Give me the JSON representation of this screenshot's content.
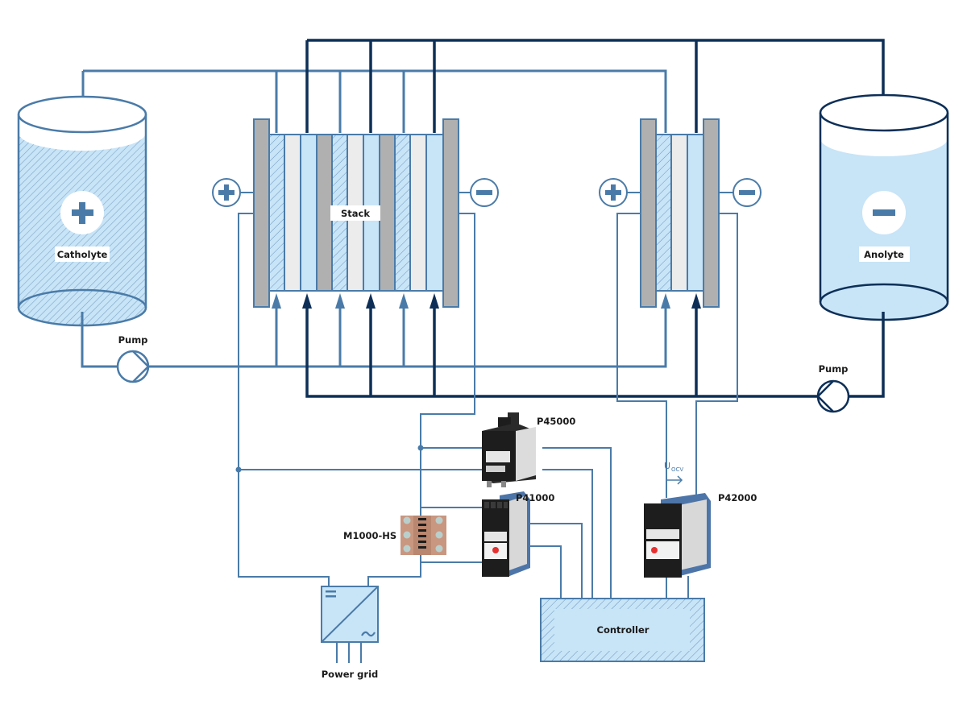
{
  "diagram": {
    "type": "redox-flow-battery-monitoring",
    "colors": {
      "catholyte_line": "#4a7ba8",
      "anolyte_line": "#0d2f57",
      "fluid_fill": "#c8e4f7",
      "electrode_gray": "#b0b0b0",
      "membrane_gray": "#ececec",
      "device_black": "#1d1d1d",
      "device_blue": "#4d75a8",
      "copper": "#c99680"
    },
    "tanks": {
      "catholyte": {
        "label": "Catholyte",
        "polarity": "+",
        "icon": "plus-icon"
      },
      "anolyte": {
        "label": "Anolyte",
        "polarity": "−",
        "icon": "minus-icon"
      }
    },
    "pumps": {
      "left": {
        "label": "Pump",
        "icon": "pump-icon"
      },
      "right": {
        "label": "Pump",
        "icon": "pump-icon"
      }
    },
    "stack": {
      "label": "Stack",
      "cells": 3,
      "terminal_positive": "+",
      "terminal_negative": "−"
    },
    "reference_cell": {
      "cells": 1,
      "terminal_positive": "+",
      "terminal_negative": "−"
    },
    "devices": {
      "p45000": {
        "label": "P45000"
      },
      "p41000": {
        "label": "P41000"
      },
      "p42000": {
        "label": "P42000"
      },
      "m1000hs": {
        "label": "M1000-HS"
      }
    },
    "measurement": {
      "symbol": "U",
      "subscript": "OCV",
      "arrow": "→"
    },
    "converter": {
      "dc_symbol": "=",
      "ac_symbol": "~"
    },
    "power_grid": {
      "label": "Power grid"
    },
    "controller": {
      "label": "Controller"
    }
  }
}
